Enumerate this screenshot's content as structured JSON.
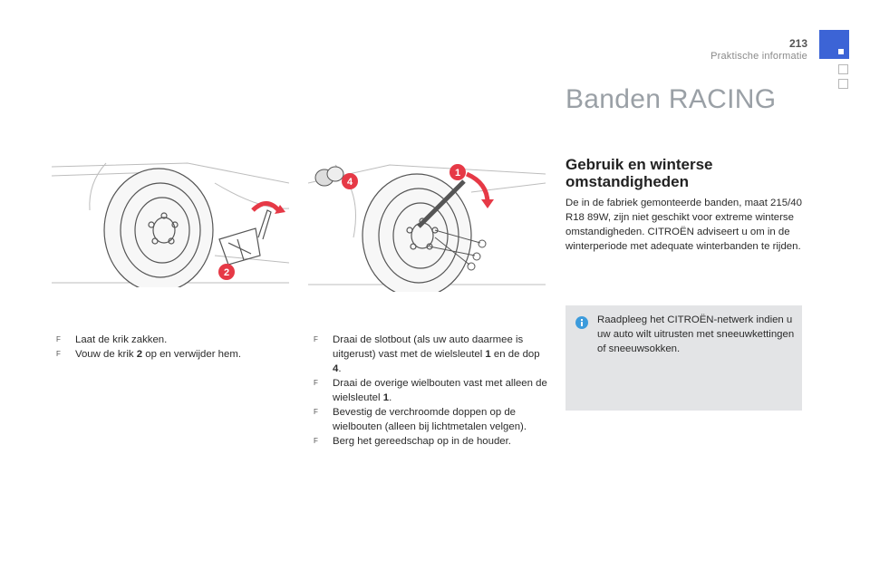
{
  "header": {
    "page_number": "213",
    "section": "Praktische informatie",
    "accent_color": "#3c64d6"
  },
  "main": {
    "title": "Banden RACING",
    "subtitle": "Gebruik en winterse omstandigheden",
    "paragraph": "De in de fabriek gemonteerde banden, maat 215/40 R18 89W, zijn niet geschikt voor extreme winterse omstandigheden. CITROËN adviseert u om in de winterperiode met adequate winterbanden te rijden.",
    "info_icon": "info-icon",
    "info_text": "Raadpleeg het CITROËN-netwerk indien u uw auto wilt uitrusten met sneeuwkettingen of sneeuwsokken."
  },
  "illustrations": {
    "left_callout": "2",
    "right_callout_1": "1",
    "right_callout_4": "4"
  },
  "instructions_left": [
    {
      "pre": "Laat de krik zakken.",
      "bold": "",
      "post": ""
    },
    {
      "pre": "Vouw de krik ",
      "bold": "2",
      "post": " op en verwijder hem."
    }
  ],
  "instructions_right": [
    {
      "pre": "Draai de slotbout (als uw auto daarmee is uitgerust) vast met de wielsleutel ",
      "bold": "1",
      "post": " en de dop ",
      "bold2": "4",
      "post2": "."
    },
    {
      "pre": "Draai de overige wielbouten vast met alleen de wielsleutel ",
      "bold": "1",
      "post": "."
    },
    {
      "pre": "Bevestig de verchroomde doppen op de wielbouten (alleen bij lichtmetalen velgen).",
      "bold": "",
      "post": ""
    },
    {
      "pre": "Berg het gereedschap op in de houder.",
      "bold": "",
      "post": ""
    }
  ],
  "bullet_glyph": "F"
}
